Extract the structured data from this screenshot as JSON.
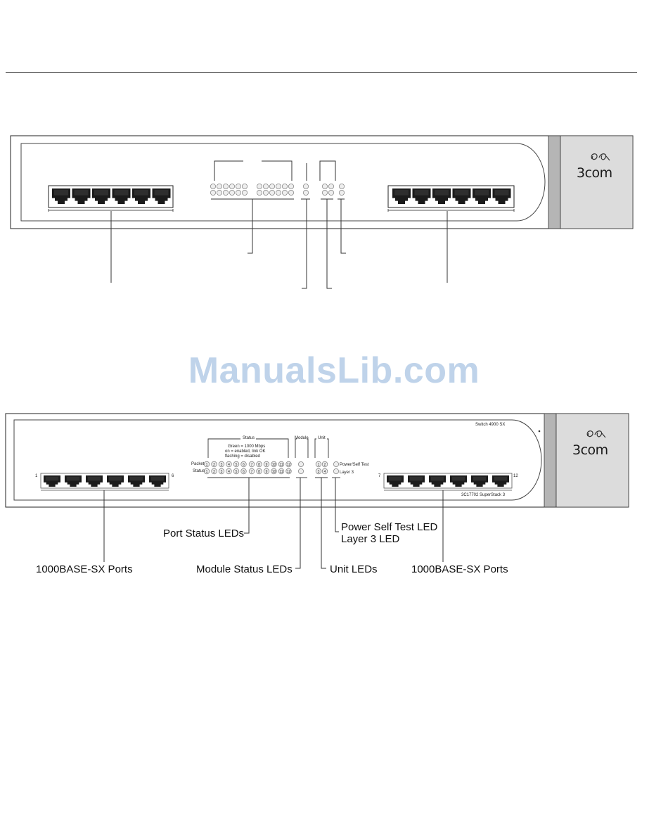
{
  "watermark": "ManualsLib.com",
  "brand": {
    "name": "3com"
  },
  "front_panel": {
    "model": "Switch 4900 SX",
    "product_id": "3C17702 SuperStack 3",
    "status_group_label": "Status",
    "status_legend": {
      "line1": "Green = 1000 Mbps",
      "line2": "on = enabled, link OK",
      "line3": "flashing = disabled"
    },
    "row_labels": [
      "Packet",
      "Status"
    ],
    "port_numbers": [
      "1",
      "2",
      "3",
      "4",
      "5",
      "6",
      "7",
      "8",
      "9",
      "10",
      "11",
      "12"
    ],
    "module_label": "Module",
    "unit_label": "Unit",
    "unit_numbers": [
      "1",
      "2",
      "3",
      "4"
    ],
    "power_label": "Power/Self Test",
    "layer3_label": "Layer 3",
    "port_left_first": "1",
    "port_left_last": "6",
    "port_right_first": "7",
    "port_right_last": "12"
  },
  "callouts": {
    "port_status": "Port Status LEDs",
    "ports_left": "1000BASE-SX Ports",
    "module_status": "Module Status LEDs",
    "unit": "Unit LEDs",
    "power": "Power Self Test LED",
    "layer3": "Layer 3 LED",
    "ports_right": "1000BASE-SX Ports"
  }
}
